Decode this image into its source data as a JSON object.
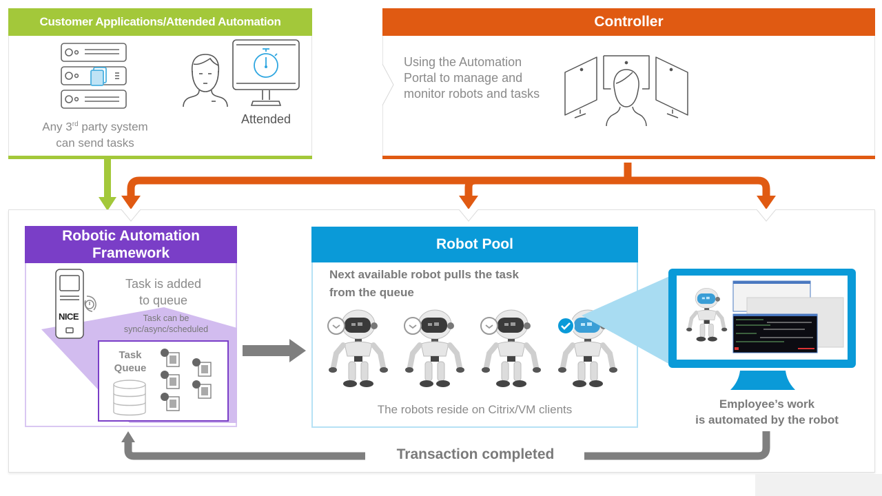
{
  "colors": {
    "green": "#a3c83a",
    "orange": "#e05a12",
    "purple": "#7a3ec7",
    "blue": "#0a9ad8",
    "light_blue": "#a8dcf2",
    "arrow_gray": "#7f7f7f",
    "text_gray": "#8a8a8a"
  },
  "customer_panel": {
    "title": "Customer Applications/Attended Automation",
    "system_caption_line1_pre": "Any 3",
    "system_caption_sup": "rd",
    "system_caption_line1_post": " party system",
    "system_caption_line2": "can send tasks",
    "attended_label": "Attended",
    "icons": [
      "server-stack-icon",
      "user-icon",
      "monitor-stopwatch-icon"
    ]
  },
  "controller_panel": {
    "title": "Controller",
    "description_lines": [
      "Using the Automation",
      "Portal to manage and",
      "monitor robots and tasks"
    ],
    "icons": [
      "operator-three-monitors-icon"
    ]
  },
  "framework_panel": {
    "title_line1": "Robotic Automation",
    "title_line2": "Framework",
    "device_label": "NICE",
    "task_added_line1": "Task is added",
    "task_added_line2": "to queue",
    "task_mode_line1": "Task can be",
    "task_mode_line2": "sync/async/scheduled",
    "queue_label_line1": "Task",
    "queue_label_line2": "Queue",
    "queue_items": [
      "1",
      "2",
      "3",
      "4",
      "5"
    ]
  },
  "robot_pool_panel": {
    "title": "Robot Pool",
    "description_line1": "Next available robot pulls the task",
    "description_line2": "from the queue",
    "footer": "The robots reside on Citrix/VM clients",
    "robots": [
      {
        "status": "waiting",
        "badge_icon": "clock-icon"
      },
      {
        "status": "waiting",
        "badge_icon": "clock-icon"
      },
      {
        "status": "waiting",
        "badge_icon": "clock-icon"
      },
      {
        "status": "active",
        "badge_icon": "checkmark-icon"
      }
    ]
  },
  "employee_panel": {
    "caption_line1": "Employee’s work",
    "caption_line2": "is automated by the robot"
  },
  "transaction": {
    "label": "Transaction completed"
  }
}
